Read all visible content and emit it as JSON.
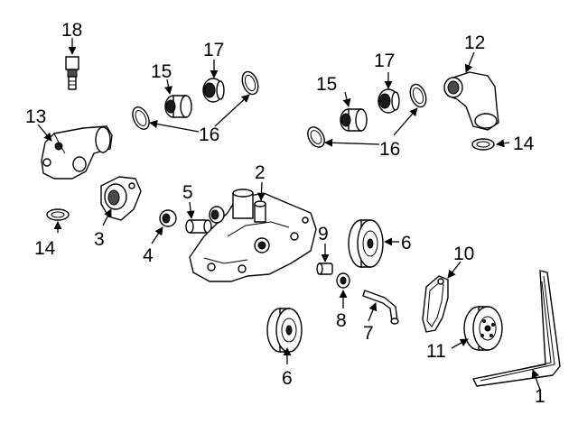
{
  "callouts": {
    "c1": "1",
    "c2": "2",
    "c3": "3",
    "c4": "4",
    "c5": "5",
    "c6a": "6",
    "c6b": "6",
    "c7": "7",
    "c8": "8",
    "c9": "9",
    "c10": "10",
    "c11": "11",
    "c12": "12",
    "c13": "13",
    "c14a": "14",
    "c14b": "14",
    "c15a": "15",
    "c15b": "15",
    "c16a": "16",
    "c16b": "16",
    "c17a": "17",
    "c17b": "17",
    "c18": "18"
  }
}
